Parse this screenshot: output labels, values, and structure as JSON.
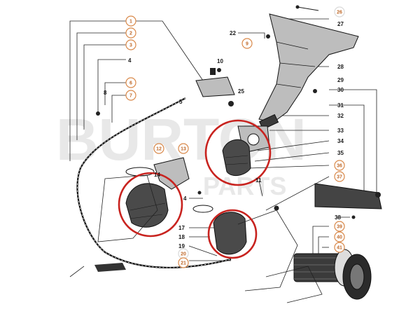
{
  "watermark": {
    "line1": "BURTON",
    "line2": "PARTS"
  },
  "colors": {
    "callout_ring": "#d9894a",
    "highlight_circle": "#c8231f",
    "ink": "#1a1a1a"
  },
  "callouts": {
    "c1": "1",
    "c2": "2",
    "c3": "3",
    "c6": "6",
    "c7": "7",
    "c9": "9",
    "c12": "12",
    "c13": "13",
    "c21": "21",
    "c26": "26",
    "c36": "36",
    "c37": "37",
    "c39": "39",
    "c40": "40",
    "c41": "41",
    "c20": "20"
  },
  "labels": {
    "l4a": "4",
    "l4b": "4",
    "l5": "5",
    "l8": "8",
    "l10": "10",
    "l11": "11",
    "l14": "14",
    "l17": "17",
    "l18": "18",
    "l19": "19",
    "l22": "22",
    "l25": "25",
    "l27": "27",
    "l28": "28",
    "l29": "29",
    "l30": "30",
    "l31": "31",
    "l32": "32",
    "l33": "33",
    "l34": "34",
    "l35": "35",
    "l38": "38"
  }
}
